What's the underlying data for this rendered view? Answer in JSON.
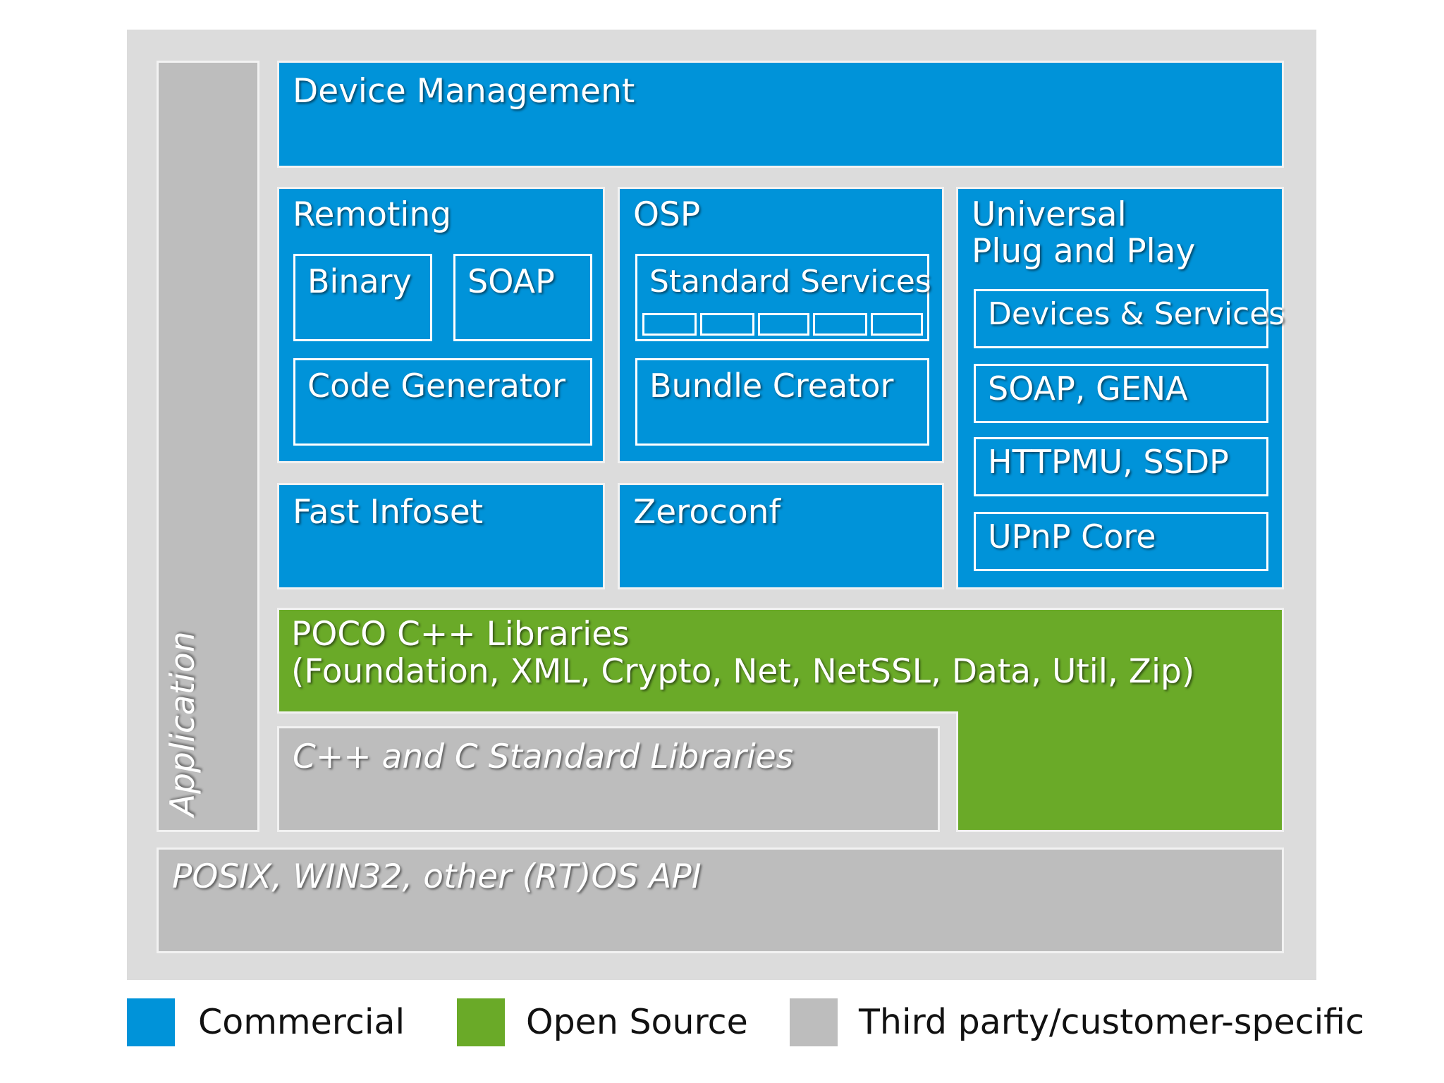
{
  "colors": {
    "commercial": "#0093d9",
    "open_source": "#6aaa28",
    "third_party": "#bdbdbd"
  },
  "application": "Application",
  "device_management": "Device Management",
  "remoting": {
    "title": "Remoting",
    "binary": "Binary",
    "soap": "SOAP",
    "code_generator": "Code Generator"
  },
  "osp": {
    "title": "OSP",
    "standard_services": "Standard Services",
    "bundle_creator": "Bundle Creator"
  },
  "upnp": {
    "title_line1": "Universal",
    "title_line2": "Plug and Play",
    "devices_services": "Devices & Services",
    "soap_gena": "SOAP, GENA",
    "httpmu_ssdp": "HTTPMU, SSDP",
    "upnp_core": "UPnP Core"
  },
  "fast_infoset": "Fast Infoset",
  "zeroconf": "Zeroconf",
  "poco": {
    "line1": "POCO C++ Libraries",
    "line2": "(Foundation, XML, Crypto, Net, NetSSL, Data, Util, Zip)"
  },
  "cpp_std": "C++ and C Standard Libraries",
  "os_api": "POSIX, WIN32, other (RT)OS API",
  "legend": {
    "commercial": "Commercial",
    "open_source": "Open Source",
    "third_party": "Third party/customer-specific"
  }
}
